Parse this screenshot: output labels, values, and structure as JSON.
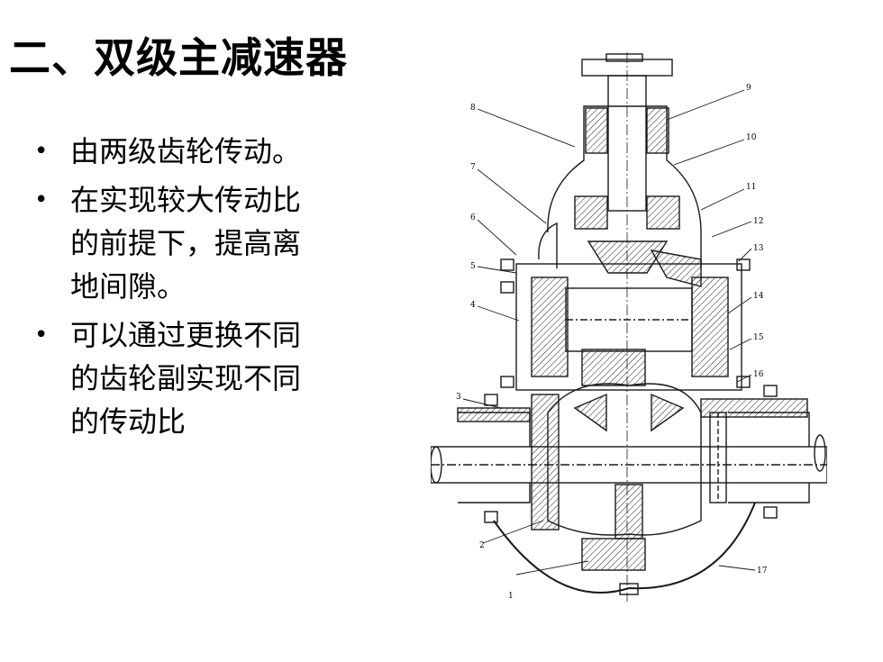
{
  "title": "二、双级主减速器",
  "bullets": [
    {
      "lines": [
        "由两级齿轮传动。"
      ]
    },
    {
      "lines": [
        "在实现较大传动比",
        "的前提下，提高离",
        "地间隙。"
      ]
    },
    {
      "lines": [
        "可以通过更换不同",
        "的齿轮副实现不同",
        "的传动比"
      ]
    }
  ],
  "bullet_symbol": "•",
  "callouts": [
    "1",
    "2",
    "3",
    "4",
    "5",
    "6",
    "7",
    "8",
    "9",
    "10",
    "11",
    "12",
    "13",
    "14",
    "15",
    "16",
    "17"
  ],
  "colors": {
    "text": "#000000",
    "background": "#ffffff",
    "line": "#1a1a1a"
  }
}
